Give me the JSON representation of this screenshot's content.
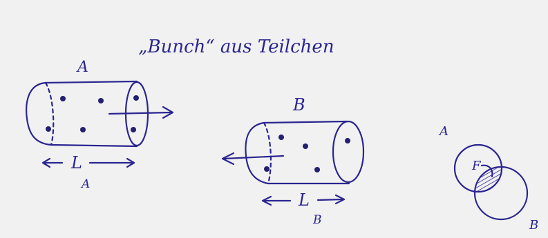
{
  "title": "„Bunch“ aus Teilchen",
  "bunch_a": {
    "label": "A",
    "length_label": "L",
    "length_subscript": "A"
  },
  "bunch_b": {
    "label": "B",
    "length_label": "L",
    "length_subscript": "B"
  },
  "overlap": {
    "label_a": "A",
    "label_b": "B",
    "area_label": "F"
  },
  "colors": {
    "background": "#f1f1f1",
    "ink": "#2a2590",
    "particle": "#23206f"
  }
}
